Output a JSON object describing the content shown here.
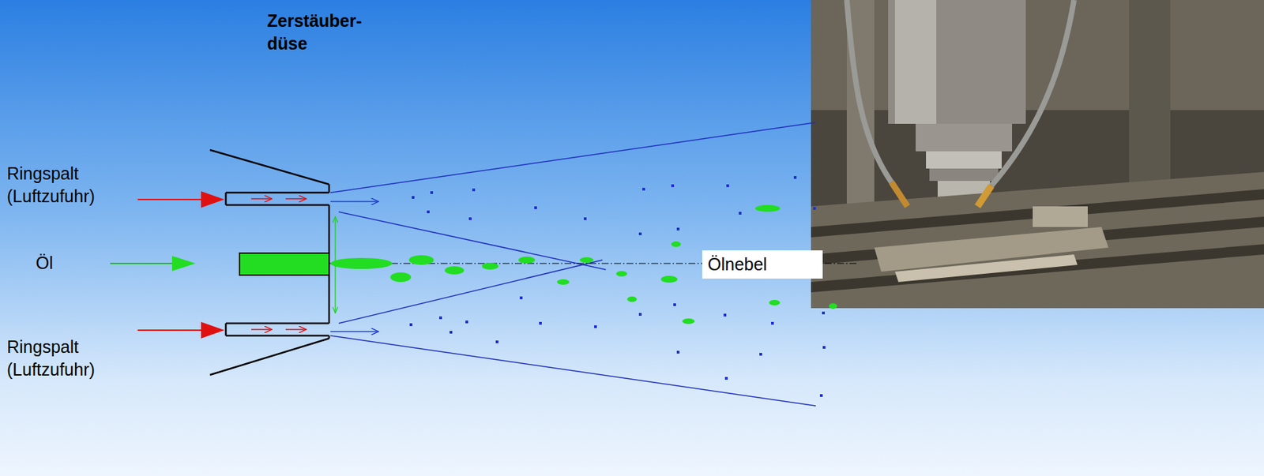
{
  "diagram": {
    "labels": [
      "Zerstäuber- düse",
      "Ringspalt (Luftzufuhr)",
      "Öl",
      "Ölnebel",
      "Ringspalt (Luftzufuhr)"
    ]
  }
}
